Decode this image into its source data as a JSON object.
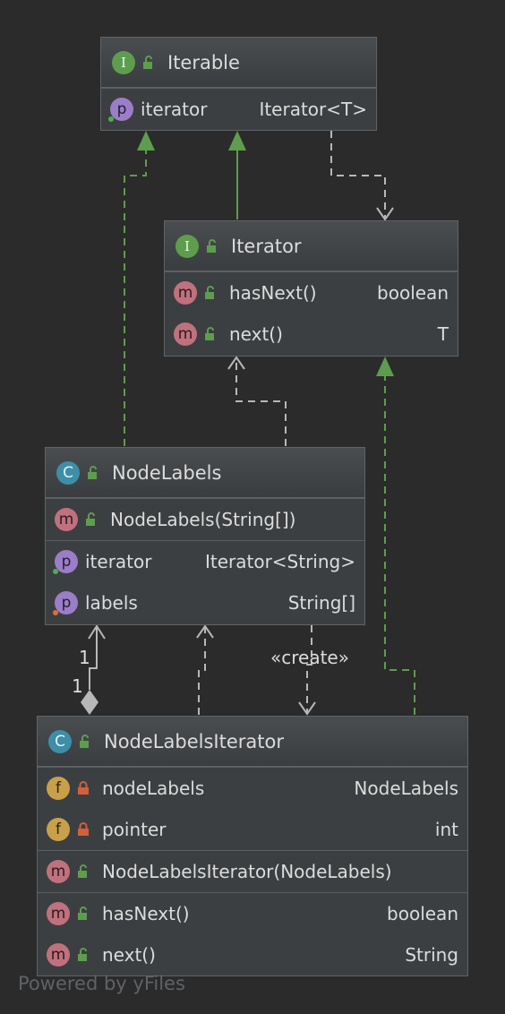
{
  "classes": {
    "iterable": {
      "name": "Iterable",
      "kind": "I",
      "props": [
        {
          "name": "iterator",
          "type": "Iterator<T>"
        }
      ]
    },
    "iterator": {
      "name": "Iterator",
      "kind": "I",
      "methods": [
        {
          "name": "hasNext()",
          "type": "boolean"
        },
        {
          "name": "next()",
          "type": "T"
        }
      ]
    },
    "nodelabels": {
      "name": "NodeLabels",
      "kind": "C",
      "constructor": "NodeLabels(String[])",
      "props": [
        {
          "name": "iterator",
          "type": "Iterator<String>"
        },
        {
          "name": "labels",
          "type": "String[]"
        }
      ]
    },
    "nodelabelsiterator": {
      "name": "NodeLabelsIterator",
      "kind": "C",
      "fields": [
        {
          "name": "nodeLabels",
          "type": "NodeLabels"
        },
        {
          "name": "pointer",
          "type": "int"
        }
      ],
      "constructor": "NodeLabelsIterator(NodeLabels)",
      "methods": [
        {
          "name": "hasNext()",
          "type": "boolean"
        },
        {
          "name": "next()",
          "type": "String"
        }
      ]
    }
  },
  "badges": {
    "interface": "I",
    "class": "C",
    "method": "m",
    "property": "p",
    "field": "f"
  },
  "edges": {
    "create_label": "«create»",
    "mult_upper": "1",
    "mult_lower": "1"
  },
  "watermark": "Powered by yFiles",
  "colors": {
    "background": "#2b2b2b",
    "box": "#3c3f41",
    "edge_green": "#5e9d4d",
    "edge_grey": "#b8b8b8"
  }
}
